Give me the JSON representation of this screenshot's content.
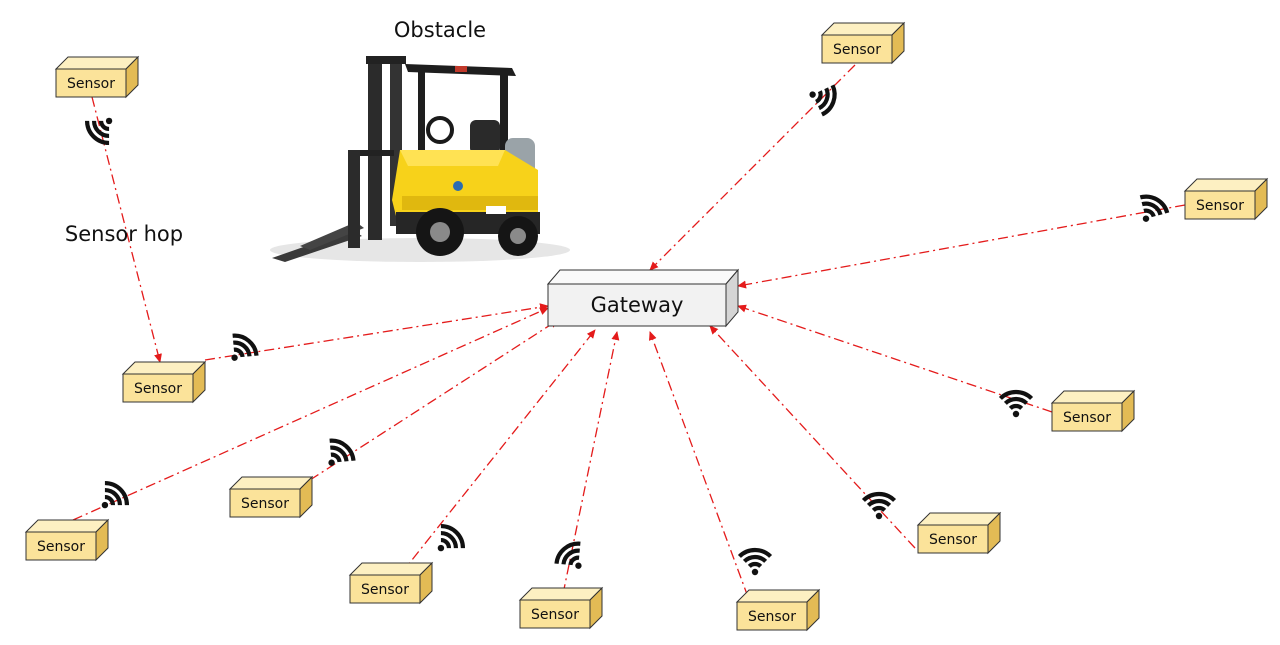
{
  "labels": {
    "obstacle": "Obstacle",
    "sensor_hop": "Sensor hop",
    "gateway": "Gateway",
    "sensor": "Sensor"
  },
  "colors": {
    "sensor_fill": "#fbe39a",
    "sensor_top": "#fdf0c2",
    "sensor_side": "#e3bb55",
    "sensor_edge": "#333333",
    "gateway_front": "#f2f2f2",
    "gateway_top": "#fafafa",
    "gateway_side": "#d5d5d5",
    "link": "#e41b1b",
    "wifi": "#111111",
    "forklift_body": "#f7d21a",
    "forklift_dark": "#1a1a1a",
    "forklift_mast": "#2b2b2b"
  },
  "icons": {
    "wireless": "wireless-signal-icon",
    "obstacle": "forklift-icon"
  }
}
